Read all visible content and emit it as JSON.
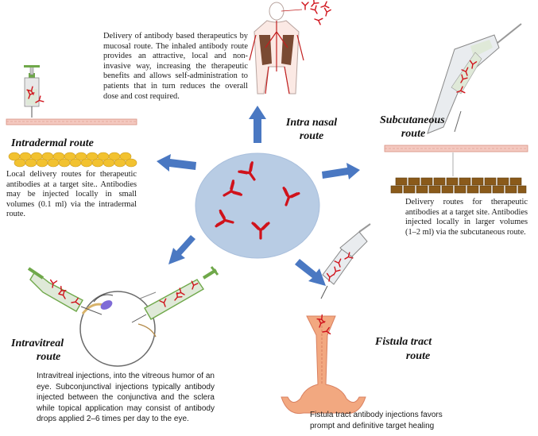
{
  "routes": {
    "intranasal": {
      "title_line1": "Intra nasal",
      "title_line2": "route",
      "description": "Delivery of antibody based therapeutics by mucosal route. The inhaled antibody route provides an attractive, local and non-invasive way, increasing the therapeutic benefits and allows self-administration to patients that in turn reduces the overall dose and cost required."
    },
    "intradermal": {
      "title": "Intradermal route",
      "description": "Local delivery routes for therapeutic antibodies at a target site.. Antibodies may be injected locally in small volumes (0.1 ml) via the intradermal route."
    },
    "subcutaneous": {
      "title_line1": "Subcutaneous",
      "title_line2": "route",
      "description": "Delivery routes for therapeutic antibodies at a target site. Antibodies injected locally in larger volumes (1–2 ml) via the subcutaneous route."
    },
    "intravitreal": {
      "title_line1": "Intravitreal",
      "title_line2": "route",
      "description": "Intravitreal injections, into the vitreous humor of an eye. Subconjunctival injections typically antibody injected between the conjunctiva and the sclera while topical application may consist of antibody drops applied 2–6 times per day to the eye."
    },
    "fistula": {
      "title_line1": "Fistula tract",
      "title_line2": "route",
      "description": "Fistula tract antibody injections favors prompt and definitive target healing"
    }
  },
  "colors": {
    "antibody": "#d0121b",
    "hub": "#b8cce4",
    "arrow": "#4a78c2",
    "syringe_green": "#6fa84a",
    "syringe_grey": "#c9c9c9",
    "skin_pink": "#f4c9c0",
    "fat_yellow": "#f2c230",
    "fat_brown": "#8a5a1a",
    "tract": "#f2a880"
  },
  "icons": [
    "antibody-icon",
    "syringe-icon",
    "lungs-icon",
    "eye-icon",
    "skin-layer-icon",
    "fistula-tract-icon"
  ]
}
